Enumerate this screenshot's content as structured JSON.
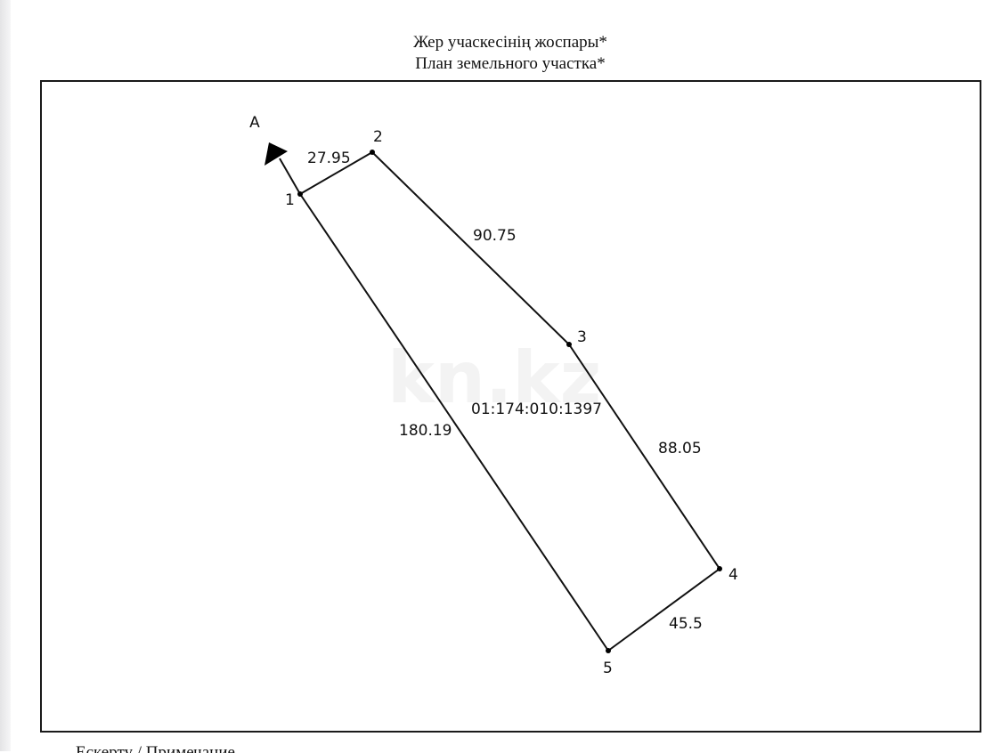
{
  "title": {
    "line1": "Жер учаскесінің жоспары*",
    "line2": "План земельного участка*"
  },
  "north_arrow_label": "А",
  "parcel_id": "01:174:010:1397",
  "watermark": "kn.kz",
  "points": [
    "1",
    "2",
    "3",
    "4",
    "5"
  ],
  "segments": [
    {
      "from": "1",
      "to": "2",
      "length": "27.95"
    },
    {
      "from": "2",
      "to": "3",
      "length": "90.75"
    },
    {
      "from": "3",
      "to": "4",
      "length": "88.05"
    },
    {
      "from": "4",
      "to": "5",
      "length": "45.5"
    },
    {
      "from": "5",
      "to": "1",
      "length": "180.19"
    }
  ],
  "footer_text": "Ескерту / Примечание"
}
